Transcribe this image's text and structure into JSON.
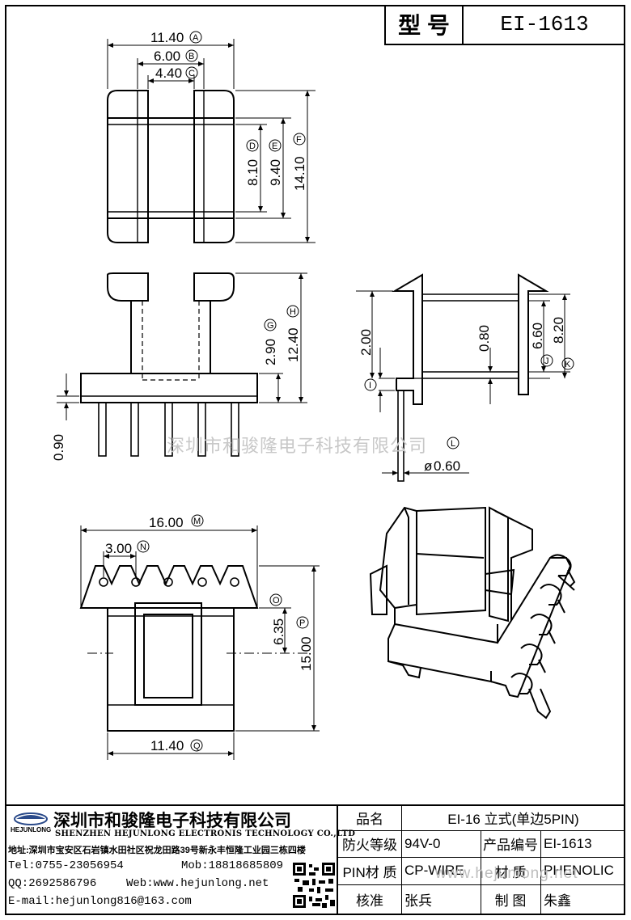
{
  "header": {
    "model_label": "型 号",
    "model_value": "EI-1613"
  },
  "dimensions": {
    "A": "11.40",
    "B": "6.00",
    "C": "4.40",
    "D": "8.10",
    "E": "9.40",
    "F": "14.10",
    "G": "2.90",
    "H": "12.40",
    "I": "0.90",
    "L": "0.60",
    "J": "6.60",
    "K": "8.20",
    "side_2": "2.00",
    "side_08": "0.80",
    "M": "16.00",
    "N": "3.00",
    "O": "6.35",
    "P": "15.00",
    "Q": "11.40"
  },
  "markers": {
    "A": "A",
    "B": "B",
    "C": "C",
    "D": "D",
    "E": "E",
    "F": "F",
    "G": "G",
    "H": "H",
    "I": "I",
    "J": "J",
    "K": "K",
    "L": "L",
    "M": "M",
    "N": "N",
    "O": "O",
    "P": "P",
    "Q": "Q"
  },
  "diameter_symbol": "ø",
  "watermark_center": "深圳市和骏隆电子科技有限公司",
  "watermark_bottom": "www.hejunlong.net",
  "company": {
    "logo_text": "HEJUNLONG",
    "name_cn": "深圳市和骏隆电子科技有限公司",
    "name_en": "SHENZHEN HEJUNLONG ELECTRONIS TECHNOLOGY CO.,LTD",
    "address": "地址:深圳市宝安区石岩镇水田社区祝龙田路39号新永丰恒隆工业园三栋四楼",
    "tel": "Tel:0755-23056954",
    "mob": "Mob:18818685809",
    "qq": "QQ:2692586796",
    "web": "Web:www.hejunlong.net",
    "email": "E-mail:hejunlong816@163.com"
  },
  "table": {
    "name_label": "品名",
    "name_value": "EI-16 立式(单边5PIN)",
    "fire_label": "防火等级",
    "fire_value": "94V-0",
    "code_label": "产品编号",
    "code_value": "EI-1613",
    "pin_label": "PIN材 质",
    "pin_value": "CP-WIRE",
    "mat_label": "材 质",
    "mat_value": "PHENOLIC",
    "check_label": "核准",
    "check_value": "张兵",
    "draw_label": "制 图",
    "draw_value": "朱鑫"
  }
}
